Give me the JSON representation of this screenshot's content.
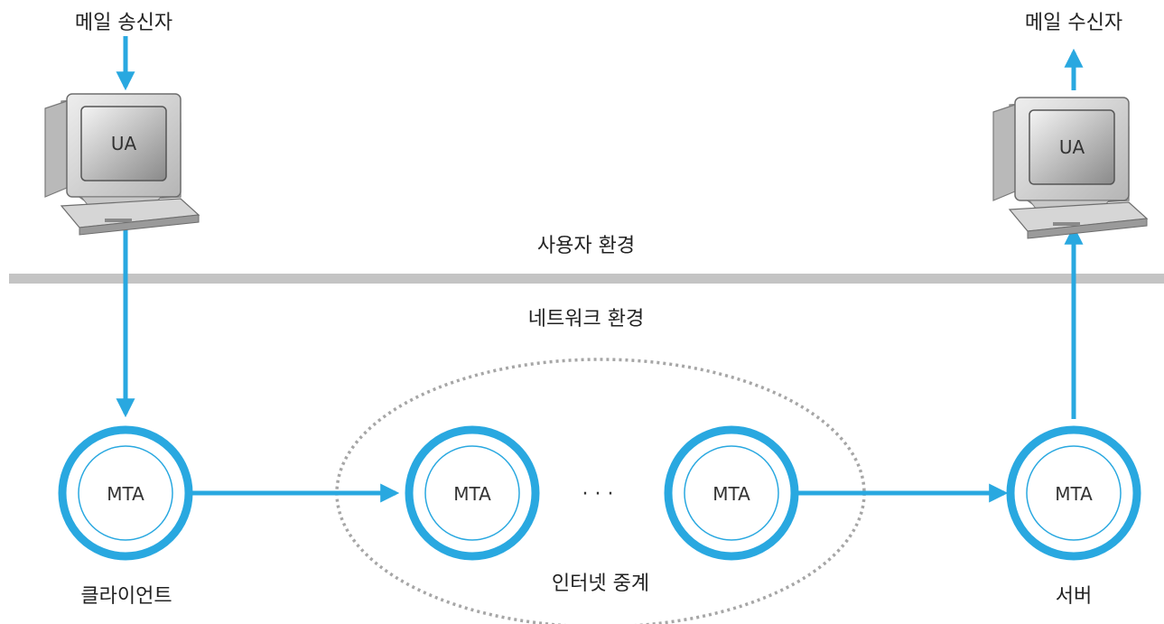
{
  "labels": {
    "sender": "메일 송신자",
    "receiver": "메일 수신자",
    "user_env": "사용자 환경",
    "network_env": "네트워크 환경",
    "client": "클라이언트",
    "internet_relay": "인터넷 중계",
    "server": "서버"
  },
  "nodes": {
    "ua_left": "UA",
    "ua_right": "UA",
    "mta_client": "MTA",
    "mta_relay1": "MTA",
    "mta_relay2": "MTA",
    "mta_server": "MTA",
    "ellipsis": "· · ·"
  },
  "colors": {
    "accent": "#29a8e0",
    "divider": "#c4c4c4",
    "dotted": "#a6a6a6"
  }
}
